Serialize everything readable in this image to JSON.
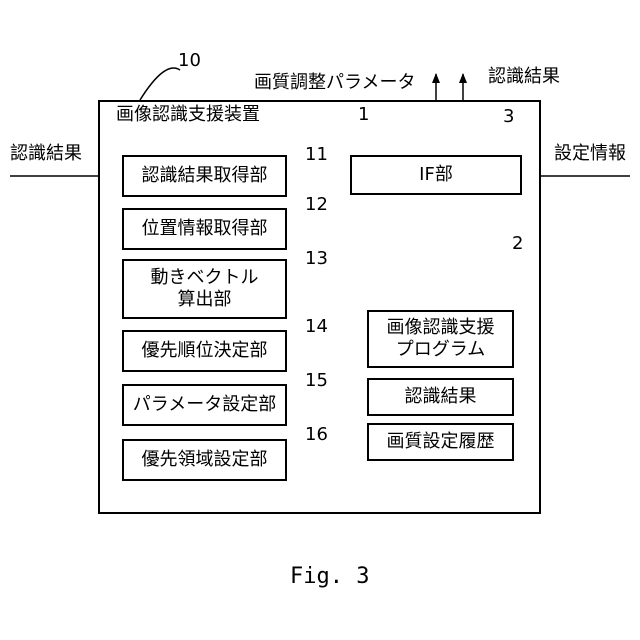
{
  "figure": {
    "caption": "Fig. 3",
    "device": {
      "ref": "10",
      "title": "画像認識支援装置"
    },
    "processor": {
      "ref": "1",
      "units": [
        {
          "ref": "11",
          "label": "認識結果取得部"
        },
        {
          "ref": "12",
          "label": "位置情報取得部"
        },
        {
          "ref": "13",
          "label": "動きベクトル\n算出部"
        },
        {
          "ref": "14",
          "label": "優先順位決定部"
        },
        {
          "ref": "15",
          "label": "パラメータ設定部"
        },
        {
          "ref": "16",
          "label": "優先領域設定部"
        }
      ]
    },
    "interface": {
      "ref": "3",
      "label": "IF部"
    },
    "storage": {
      "ref": "2",
      "items": [
        {
          "label": "画像認識支援\nプログラム"
        },
        {
          "label": "認識結果"
        },
        {
          "label": "画質設定履歴"
        }
      ]
    },
    "external": {
      "input_left": "認識結果",
      "input_right": "設定情報",
      "output_params": "画質調整パラメータ",
      "output_results": "認識結果"
    }
  }
}
